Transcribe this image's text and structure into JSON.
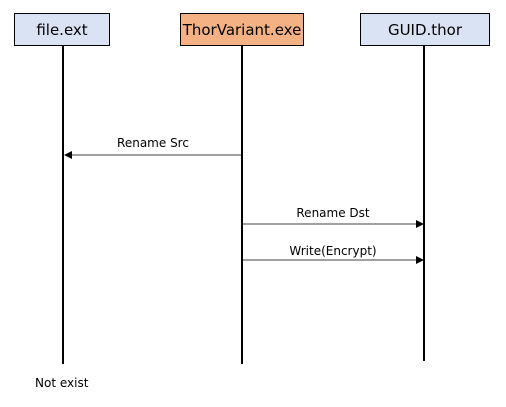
{
  "actors": [
    {
      "id": "file",
      "label": "file.ext",
      "fill": "#dae3f3"
    },
    {
      "id": "thor",
      "label": "ThorVariant.exe",
      "fill": "#f4b183"
    },
    {
      "id": "guid",
      "label": "GUID.thor",
      "fill": "#dae3f3"
    }
  ],
  "messages": [
    {
      "id": "rename-src",
      "label": "Rename Src",
      "from": "thor",
      "to": "file"
    },
    {
      "id": "rename-dst",
      "label": "Rename Dst",
      "from": "thor",
      "to": "guid"
    },
    {
      "id": "write-encrypt",
      "label": "Write(Encrypt)",
      "from": "thor",
      "to": "guid"
    }
  ],
  "notes": {
    "file_status": "Not exist"
  }
}
